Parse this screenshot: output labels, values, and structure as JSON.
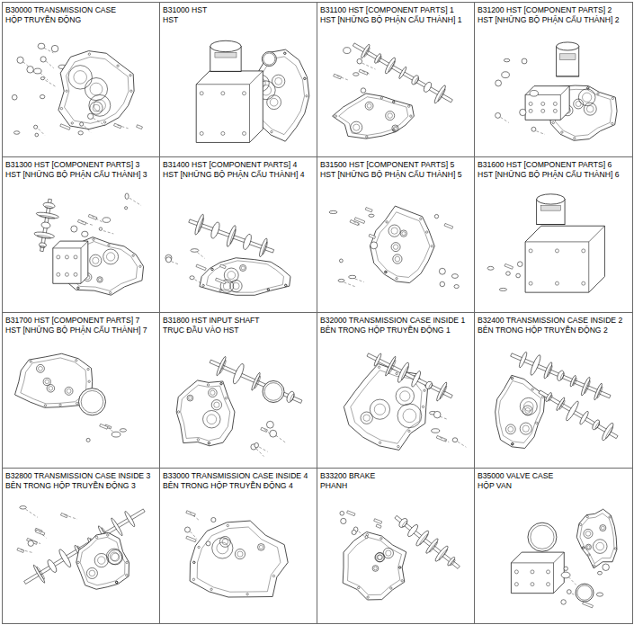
{
  "diagram": {
    "nodes": [
      {
        "text": [
          "B30000 TRANSMISSION CASE",
          "HỘP TRUYỀN ĐỘNG"
        ]
      },
      {
        "text": [
          "B31000 HST",
          "HST"
        ]
      },
      {
        "text": [
          "B31100 HST [COMPONENT PARTS] 1",
          "HST [NHỮNG BỘ PHẬN CẤU THÀNH] 1"
        ]
      },
      {
        "text": [
          "B31200 HST [COMPONENT PARTS] 2",
          "HST [NHỮNG BỘ PHẬN CẤU THÀNH] 2"
        ]
      },
      {
        "text": [
          "B31300 HST [COMPONENT PARTS] 3",
          "HST [NHỮNG BỘ PHẬN CẤU THÀNH] 3"
        ]
      },
      {
        "text": [
          "B31400 HST [COMPONENT PARTS] 4",
          "HST [NHỮNG BỘ PHẬN CẤU THÀNH] 4"
        ]
      },
      {
        "text": [
          "B31500 HST [COMPONENT PARTS] 5",
          "HST [NHỮNG BỘ PHẬN CẤU THÀNH] 5"
        ]
      },
      {
        "text": [
          "B31600 HST [COMPONENT PARTS] 6",
          "HST [NHỮNG BỘ PHẬN CẤU THÀNH] 6"
        ]
      },
      {
        "text": [
          "B31700 HST [COMPONENT PARTS] 7",
          "HST [NHỮNG BỘ PHẬN CẤU THÀNH] 7"
        ]
      },
      {
        "text": [
          "B31800 HST INPUT SHAFT",
          "TRỤC ĐẦU VÀO HST"
        ]
      },
      {
        "text": [
          "B32000 TRANSMISSION CASE INSIDE 1",
          "BÊN TRONG HỘP TRUYỀN ĐỘNG 1"
        ]
      },
      {
        "text": [
          "B32400 TRANSMISSION CASE INSIDE 2",
          "BÊN TRONG HỘP TRUYỀN ĐỘNG 2"
        ]
      },
      {
        "text": [
          "B32800 TRANSMISSION CASE INSIDE 3",
          "BÊN TRONG HỘP TRUYỀN ĐỘNG 3"
        ]
      },
      {
        "text": [
          "B33000 TRANSMISSION CASE INSIDE 4",
          "BÊN TRONG HỘP TRUYỀN ĐỘNG 4"
        ]
      },
      {
        "text": [
          "B33200 BRAKE",
          "PHANH"
        ]
      },
      {
        "text": [
          "B35000 VALVE CASE",
          "HỘP VAN"
        ]
      }
    ]
  }
}
